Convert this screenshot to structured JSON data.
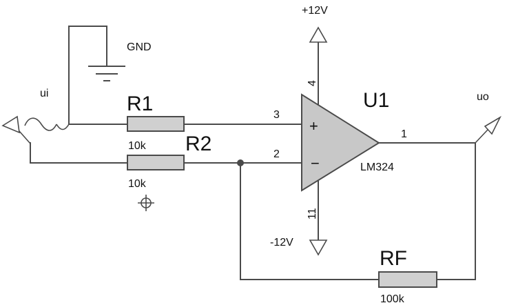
{
  "labels": {
    "gnd": "GND",
    "vpos": "+12V",
    "vneg": "-12V",
    "input": "ui",
    "output": "uo",
    "opamp_ref": "U1",
    "opamp_part": "LM324"
  },
  "resistors": {
    "r1": {
      "ref": "R1",
      "value": "10k"
    },
    "r2": {
      "ref": "R2",
      "value": "10k"
    },
    "rf": {
      "ref": "RF",
      "value": "100k"
    }
  },
  "pins": {
    "noninv": "3",
    "inv": "2",
    "out": "1",
    "vcc": "4",
    "vee": "11"
  },
  "opamp_symbols": {
    "plus": "+",
    "minus": "−"
  }
}
